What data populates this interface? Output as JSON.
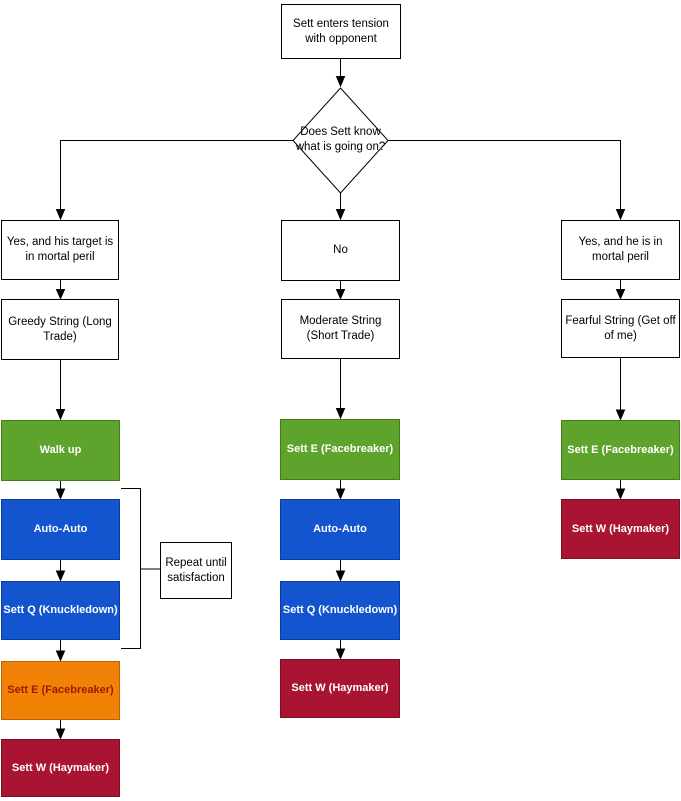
{
  "flowchart": {
    "start": "Sett enters tension with opponent",
    "decision": "Does Sett know what is going on?",
    "branches": {
      "left": {
        "condition": "Yes, and his target is in mortal peril",
        "strategy": "Greedy String (Long Trade)",
        "steps": [
          "Walk up",
          "Auto-Auto",
          "Sett Q (Knuckledown)",
          "Sett E (Facebreaker)",
          "Sett W (Haymaker)"
        ],
        "note": "Repeat until satisfaction"
      },
      "middle": {
        "condition": "No",
        "strategy": "Moderate String (Short Trade)",
        "steps": [
          "Sett E (Facebreaker)",
          "Auto-Auto",
          "Sett Q (Knuckledown)",
          "Sett W (Haymaker)"
        ]
      },
      "right": {
        "condition": "Yes, and he is in mortal peril",
        "strategy": "Fearful String (Get off of me)",
        "steps": [
          "Sett E (Facebreaker)",
          "Sett W (Haymaker)"
        ]
      }
    },
    "colors": {
      "step_green": "#5EA32C",
      "step_blue": "#1355CE",
      "step_orange": "#F08306",
      "step_red": "#A81432",
      "orange_text": "#9E1900",
      "line_black": "#000000",
      "node_white": "#FFFFFF"
    },
    "edges": [
      "start -> decision",
      "decision -> left condition",
      "decision -> middle condition (No)",
      "decision -> right condition",
      "left: condition -> strategy -> Walk up -> Auto-Auto -> Sett Q -> Sett E -> Sett W",
      "middle: condition -> strategy -> Sett E -> Auto-Auto -> Sett Q -> Sett W",
      "right: condition -> strategy -> Sett E -> Sett W",
      "bracket around left Auto-Auto + Sett Q -> Repeat until satisfaction"
    ]
  }
}
